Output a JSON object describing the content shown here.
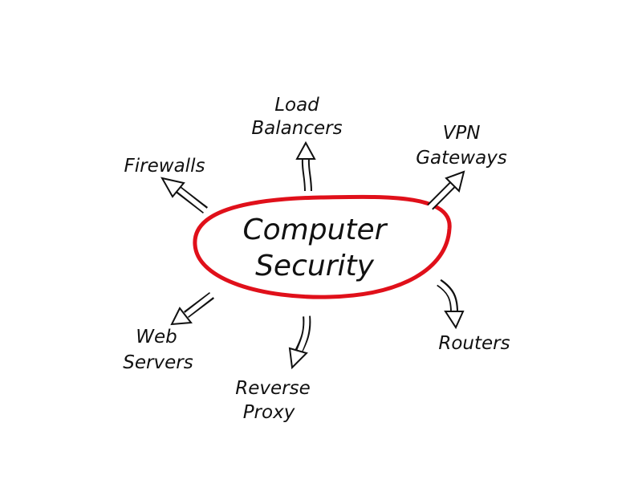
{
  "center": {
    "line1": "Computer",
    "line2": "Security",
    "ring_color": "#e0101a"
  },
  "nodes": [
    {
      "id": "load-balancers",
      "line1": "Load",
      "line2": "Balancers"
    },
    {
      "id": "vpn-gateways",
      "line1": "VPN",
      "line2": "Gateways"
    },
    {
      "id": "firewalls",
      "line1": "Firewalls"
    },
    {
      "id": "routers",
      "line1": "Routers"
    },
    {
      "id": "web-servers",
      "line1": "Web",
      "line2": "Servers"
    },
    {
      "id": "reverse-proxy",
      "line1": "Reverse",
      "line2": "Proxy"
    }
  ]
}
